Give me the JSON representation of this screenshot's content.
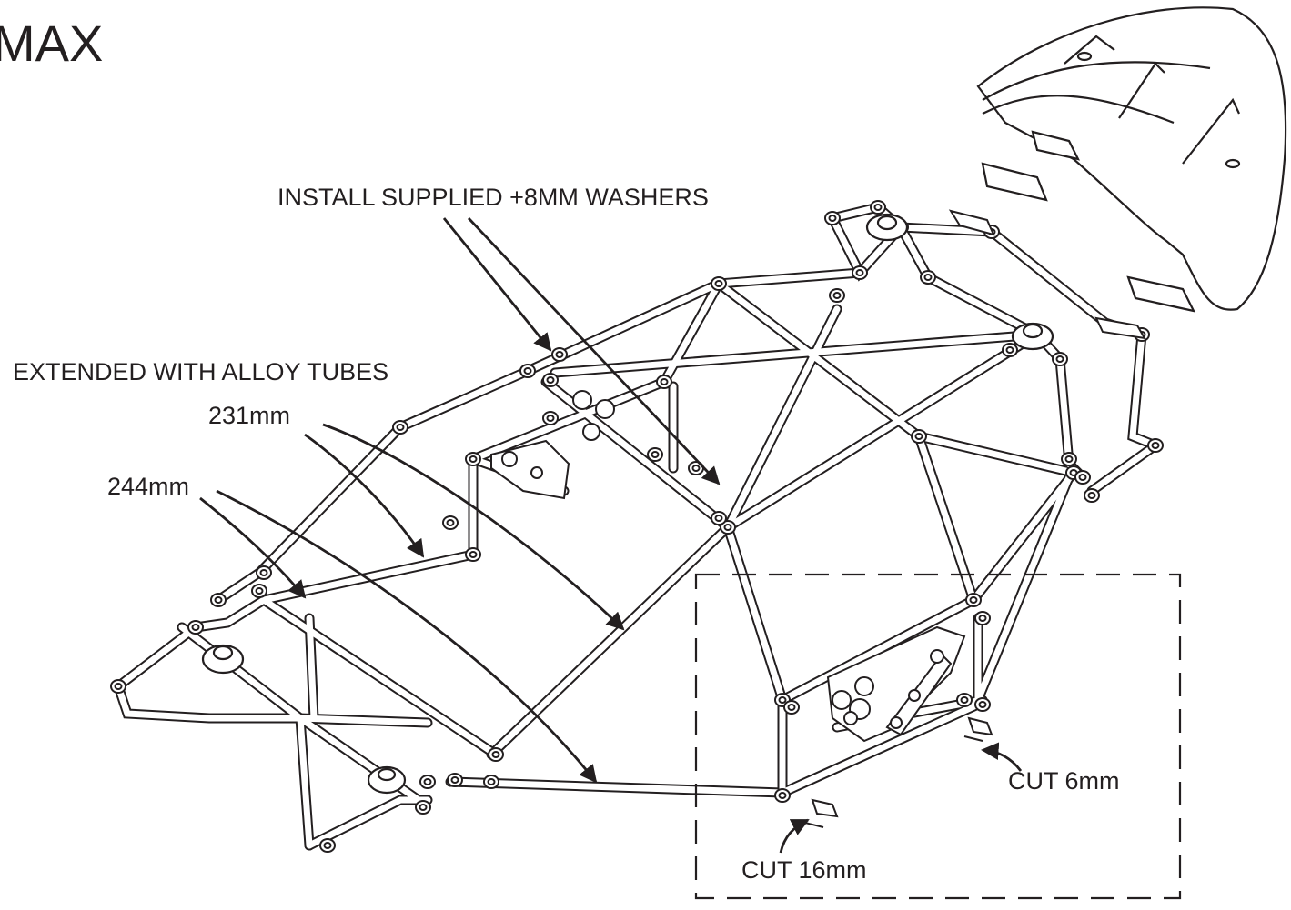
{
  "title": "MAX",
  "annotations": {
    "washers": "INSTALL SUPPLIED +8MM WASHERS",
    "extended": "EXTENDED WITH ALLOY TUBES",
    "tube_231": "231mm",
    "tube_244": "244mm",
    "cut_6": "CUT 6mm",
    "cut_16": "CUT 16mm"
  },
  "colors": {
    "line": "#231f20",
    "background": "#ffffff"
  }
}
